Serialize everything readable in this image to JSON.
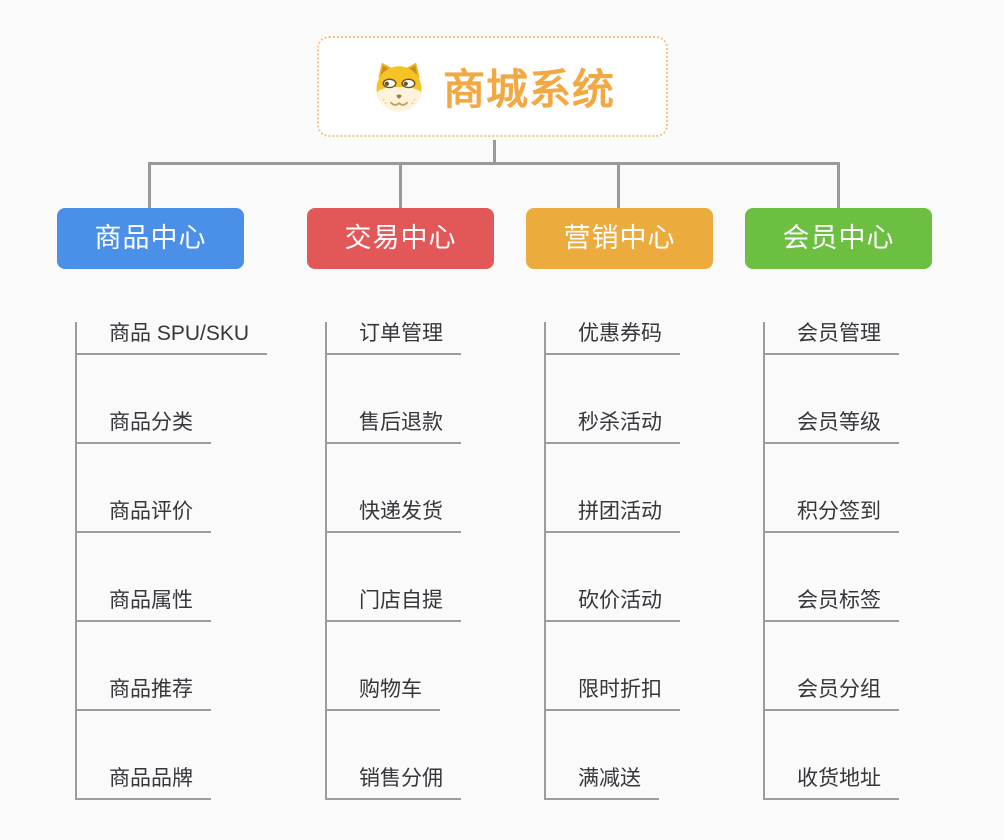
{
  "root": {
    "title": "商城系统",
    "icon": "doge-face-icon"
  },
  "branches": [
    {
      "label": "商品中心",
      "color": "#4a90e9",
      "items": [
        "商品 SPU/SKU",
        "商品分类",
        "商品评价",
        "商品属性",
        "商品推荐",
        "商品品牌"
      ]
    },
    {
      "label": "交易中心",
      "color": "#e25858",
      "items": [
        "订单管理",
        "售后退款",
        "快递发货",
        "门店自提",
        "购物车",
        "销售分佣"
      ]
    },
    {
      "label": "营销中心",
      "color": "#ecab3d",
      "items": [
        "优惠券码",
        "秒杀活动",
        "拼团活动",
        "砍价活动",
        "限时折扣",
        "满减送"
      ]
    },
    {
      "label": "会员中心",
      "color": "#6cbf40",
      "items": [
        "会员管理",
        "会员等级",
        "积分签到",
        "会员标签",
        "会员分组",
        "收货地址"
      ]
    }
  ],
  "colors": {
    "background": "#fafafa",
    "connector": "#999999",
    "leaf_line": "#9c9c9c",
    "leaf_text": "#35373b",
    "branch_text": "#ffffff",
    "root_title": "#f2a843",
    "root_border": "#f3c57e"
  }
}
